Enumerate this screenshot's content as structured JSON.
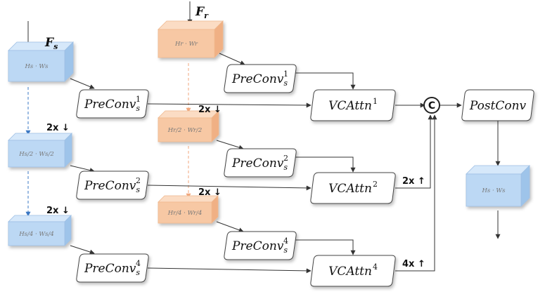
{
  "inputs": {
    "fs": {
      "main": "F",
      "sub": "s"
    },
    "fr": {
      "main": "F",
      "sub": "r"
    }
  },
  "features": {
    "s1": "Hs · Ws",
    "s2": "Hs/2 · Ws/2",
    "s4": "Hs/4 · Ws/4",
    "r1": "Hr · Wr",
    "r2": "Hr/2 · Wr/2",
    "r4": "Hr/4 · Wr/4",
    "out": "Hs · Ws"
  },
  "nodes": {
    "preconv_s1": {
      "main": "PreConv",
      "sub": "s",
      "sup": "1"
    },
    "preconv_s2": {
      "main": "PreConv",
      "sub": "s",
      "sup": "2"
    },
    "preconv_s4": {
      "main": "PreConv",
      "sub": "s",
      "sup": "4"
    },
    "preconv_r1": {
      "main": "PreConv",
      "sub": "s",
      "sup": "1"
    },
    "preconv_r2": {
      "main": "PreConv",
      "sub": "s",
      "sup": "2"
    },
    "preconv_r4": {
      "main": "PreConv",
      "sub": "s",
      "sup": "4"
    },
    "vcattn1": {
      "main": "VCAttn",
      "sup": "1"
    },
    "vcattn2": {
      "main": "VCAttn",
      "sup": "2"
    },
    "vcattn4": {
      "main": "VCAttn",
      "sup": "4"
    },
    "postconv": {
      "main": "PostConv"
    }
  },
  "concat": "C",
  "scales": {
    "down_s1": "2x ↓",
    "down_s2": "2x ↓",
    "down_r1": "2x ↓",
    "down_r2": "2x ↓",
    "up2": "2x ↑",
    "up4": "4x ↑"
  },
  "colors": {
    "blue_top": "#d6e8fa",
    "blue_front": "#bcd8f4",
    "blue_side": "#9ec4ea",
    "blue_stroke": "#9dbfe4",
    "orange_top": "#fbdcc4",
    "orange_front": "#f7c8a4",
    "orange_side": "#f0b084",
    "orange_stroke": "#efb88e",
    "blue_dash": "#3b78c4",
    "orange_dash": "#f2a77c",
    "line": "#333333"
  }
}
